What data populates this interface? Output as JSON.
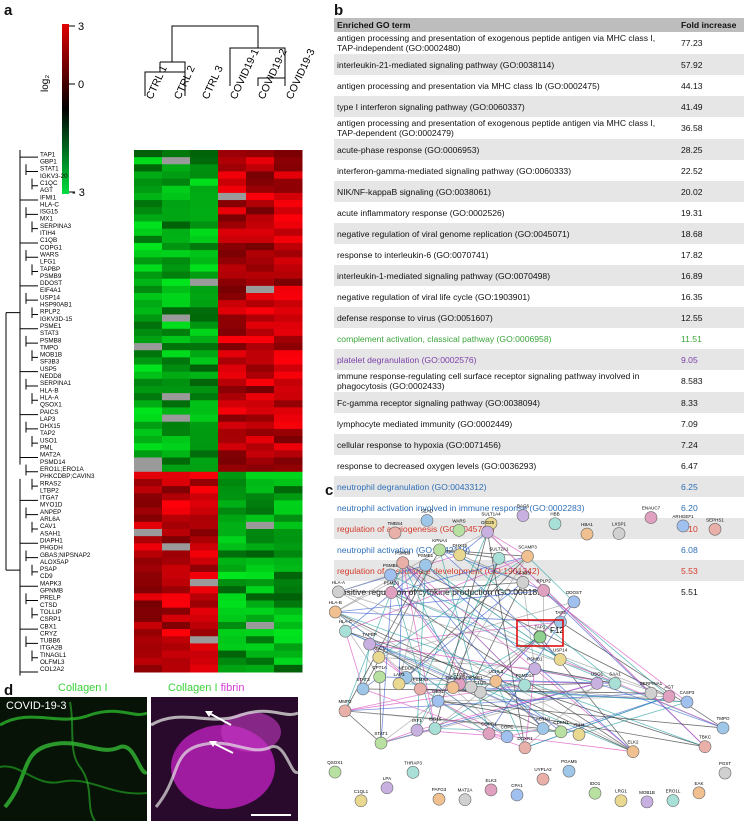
{
  "panels": {
    "a": "a",
    "b": "b",
    "c": "c",
    "d": "d"
  },
  "legend": {
    "top": "3",
    "mid": "0",
    "bottom": "- 3",
    "axis": "log₂"
  },
  "heatmap": {
    "columns": [
      "CTRL 1",
      "CTRL 2",
      "CTRL 3",
      "COVID19-1",
      "COVID19-2",
      "COVID19-3"
    ],
    "genes": [
      "TAP1",
      "GBP1",
      "STAT1",
      "IGKV3-20",
      "C1QC",
      "AGT",
      "IFMI1",
      "HLA-C",
      "ISG15",
      "MX1",
      "SERPINA3",
      "ITIH4",
      "C1QB",
      "COPG1",
      "WARS",
      "LFG1",
      "TAPBP",
      "PSMB9",
      "DDOST",
      "EIF4A1",
      "USP14",
      "HSP90AB1",
      "RPLP2",
      "IGKV3D-15",
      "PSME1",
      "STAT3",
      "PSMB8",
      "TMPO",
      "MOB1B",
      "SF3B3",
      "USP5",
      "NEDD8",
      "SERPINA1",
      "HLA-B",
      "HLA-A",
      "QSOX1",
      "PAICS",
      "LAP3",
      "DHX15",
      "TAP2",
      "USO1",
      "PML",
      "MAT2A",
      "PSMD14",
      "ERO1L;ERO1A",
      "PHKCDBP;CAVIN3",
      "RRAS2",
      "LTBP2",
      "ITGA7",
      "MYO1D",
      "ANPEP",
      "ARL6A",
      "CAV1",
      "ASAH1",
      "DIAPH1",
      "PHGDH",
      "GBAS;NIPSNAP2",
      "ALOX5AP",
      "PSAP",
      "CD9",
      "MAPK3",
      "GPNMB",
      "PRELP",
      "CTSD",
      "TOLLIP",
      "CSRP1",
      "CBX1",
      "CRYZ",
      "TUBB6",
      "ITGA2B",
      "TINAGL1",
      "OLFML3",
      "COL2A2"
    ]
  },
  "go_table": {
    "header_term": "Enriched GO term",
    "header_fold": "Fold increase",
    "rows": [
      {
        "term": "antigen processing and presentation of exogenous peptide antigen via MHC class I, TAP-independent (GO:0002480)",
        "fold": "77.23",
        "color": "#111111"
      },
      {
        "term": "interleukin-21-mediated signaling pathway (GO:0038114)",
        "fold": "57.92",
        "color": "#111111"
      },
      {
        "term": "antigen processing and presentation via MHC class Ib (GO:0002475)",
        "fold": "44.13",
        "color": "#111111"
      },
      {
        "term": "type I interferon signaling pathway (GO:0060337)",
        "fold": "41.49",
        "color": "#111111"
      },
      {
        "term": "antigen processing and presentation of exogenous peptide antigen via MHC class I, TAP-dependent (GO:0002479)",
        "fold": "36.58",
        "color": "#111111"
      },
      {
        "term": "acute-phase response (GO:0006953)",
        "fold": "28.25",
        "color": "#111111"
      },
      {
        "term": "interferon-gamma-mediated signaling pathway (GO:0060333)",
        "fold": "22.52",
        "color": "#111111"
      },
      {
        "term": "NIK/NF-kappaB signaling (GO:0038061)",
        "fold": "20.02",
        "color": "#111111"
      },
      {
        "term": "acute inflammatory response (GO:0002526)",
        "fold": "19.31",
        "color": "#111111"
      },
      {
        "term": "negative regulation of viral genome replication (GO:0045071)",
        "fold": "18.68",
        "color": "#111111"
      },
      {
        "term": "response to interleukin-6 (GO:0070741)",
        "fold": "17.82",
        "color": "#111111"
      },
      {
        "term": "interleukin-1-mediated signaling pathway (GO:0070498)",
        "fold": "16.89",
        "color": "#111111"
      },
      {
        "term": "negative regulation of viral life cycle (GO:1903901)",
        "fold": "16.35",
        "color": "#111111"
      },
      {
        "term": "defense response to virus (GO:0051607)",
        "fold": "12.55",
        "color": "#111111"
      },
      {
        "term": "complement activation, classical pathway (GO:0006958)",
        "fold": "11.51",
        "color": "#3aa53a"
      },
      {
        "term": "platelet degranulation (GO:0002576)",
        "fold": "9.05",
        "color": "#7a3fa8"
      },
      {
        "term": "immune response-regulating cell surface receptor signaling pathway involved in phagocytosis (GO:0002433)",
        "fold": "8.583",
        "color": "#111111"
      },
      {
        "term": "Fc-gamma receptor signaling pathway (GO:0038094)",
        "fold": "8.33",
        "color": "#111111"
      },
      {
        "term": "lymphocyte mediated immunity (GO:0002449)",
        "fold": "7.09",
        "color": "#111111"
      },
      {
        "term": "cellular response to hypoxia (GO:0071456)",
        "fold": "7.24",
        "color": "#111111"
      },
      {
        "term": "response to decreased oxygen levels (GO:0036293)",
        "fold": "6.47",
        "color": "#111111"
      },
      {
        "term": "neutrophil degranulation (GO:0043312)",
        "fold": "6.25",
        "color": "#2e6fb8"
      },
      {
        "term": "neutrophil activation involved in immune response (GO:0002283)",
        "fold": "6.20",
        "color": "#2e6fb8"
      },
      {
        "term": "regulation of angiogenesis (GO:0045765)",
        "fold": "6.10",
        "color": "#d43a2a"
      },
      {
        "term": "neutrophil activation (GO:0042119)",
        "fold": "6.08",
        "color": "#2e6fb8"
      },
      {
        "term": "regulation of vasculature development (GO:1901342)",
        "fold": "5.53",
        "color": "#d43a2a"
      },
      {
        "term": "positive regulation of cytokine production (GO:0001819)",
        "fold": "5.51",
        "color": "#111111"
      }
    ]
  },
  "network": {
    "highlight": "F12",
    "nodes": [
      "TMBS4",
      "SZAD",
      "WARS",
      "SULT1A4",
      "BAG6",
      "HBB",
      "HBA1",
      "LXSP1",
      "ENAUC7",
      "ARHGEF1",
      "SEPHS1",
      "TAP2",
      "TAP1",
      "USP14",
      "PSMB1",
      "PSMD14",
      "UCHL3",
      "C1QC",
      "C1QB",
      "GBXL",
      "PSMA3",
      "NEDD8",
      "CPT1A",
      "RCC1",
      "TAPBP",
      "HLA-C",
      "HLA-B",
      "HLA-A",
      "PSMD3",
      "PSMB8",
      "PSMB9",
      "PSME1",
      "KPNA4",
      "DHX15",
      "GIG25",
      "SULT2A1",
      "SCAMP3",
      "SF3B3",
      "RPLP2",
      "DDOST",
      "MMP2",
      "STAT3",
      "STAT1",
      "LAP3",
      "IRF1",
      "ISG15",
      "EIF4A1",
      "HSP90AB1",
      "COPG1",
      "COPE",
      "DCXR1",
      "ACTN1",
      "CDKN1",
      "ITIH4",
      "USO1",
      "SAA1",
      "ELK2",
      "SERPINA1",
      "AGT",
      "CASP3",
      "TBKC",
      "TMPO",
      "QSOX1",
      "C1QL1",
      "LPA",
      "THRAP3",
      "PAFG3",
      "MAT2A",
      "ELK3",
      "CPA1",
      "UYPLA2",
      "PGAM5",
      "IDO1",
      "LRG1",
      "MOB1B",
      "ERO1L",
      "EAK",
      "PGST"
    ],
    "edge_colors": [
      "#2aa3a3",
      "#d94dbf",
      "#333333",
      "#3a5fcf",
      "#9a9a9a"
    ]
  },
  "micro": {
    "left_label": "Collagen I",
    "left_sample": "COVID-19-3",
    "right_label_a": "Collagen I",
    "right_label_b": "fibrin",
    "green": "#3ad13a",
    "magenta": "#d23ad2"
  }
}
